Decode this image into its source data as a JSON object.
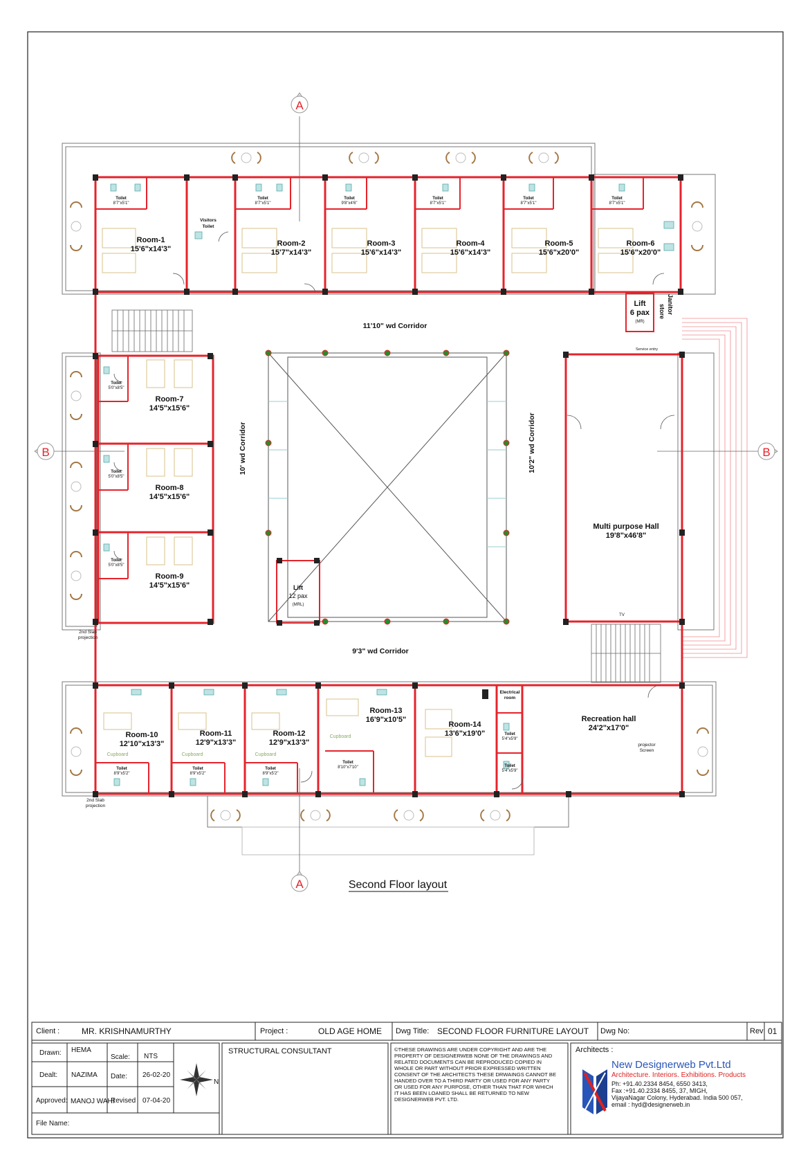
{
  "drawing": {
    "layout_title": "Second Floor layout",
    "section_markers": [
      "A",
      "B"
    ],
    "rooms": [
      {
        "name": "Room-1",
        "size": "15'6\"x14'3\""
      },
      {
        "name": "Room-2",
        "size": "15'7\"x14'3\""
      },
      {
        "name": "Room-3",
        "size": "15'6\"x14'3\""
      },
      {
        "name": "Room-4",
        "size": "15'6\"x14'3\""
      },
      {
        "name": "Room-5",
        "size": "15'6\"x20'0\""
      },
      {
        "name": "Room-6",
        "size": "15'6\"x20'0\""
      },
      {
        "name": "Room-7",
        "size": "14'5\"x15'6\""
      },
      {
        "name": "Room-8",
        "size": "14'5\"x15'6\""
      },
      {
        "name": "Room-9",
        "size": "14'5\"x15'6\""
      },
      {
        "name": "Room-10",
        "size": "12'10\"x13'3\""
      },
      {
        "name": "Room-11",
        "size": "12'9\"x13'3\""
      },
      {
        "name": "Room-12",
        "size": "12'9\"x13'3\""
      },
      {
        "name": "Room-13",
        "size": "16'9\"x10'5\""
      },
      {
        "name": "Room-14",
        "size": "13'6\"x19'0\""
      }
    ],
    "halls": [
      {
        "name": "Multi purpose Hall",
        "size": "19'8\"x46'8\""
      },
      {
        "name": "Recreation hall",
        "size": "24'2\"x17'0\""
      }
    ],
    "corridors": [
      "11'10\" wd Corridor",
      "10' wd Corridor",
      "10'2\" wd Corridor",
      "9'3\" wd Corridor"
    ],
    "lifts": [
      {
        "name": "Lift",
        "capacity": "6 pax",
        "type": "(MR)"
      },
      {
        "name": "Lift",
        "capacity": "12 pax",
        "type": "(MRL)"
      }
    ],
    "labels": {
      "janitor": "Janitor",
      "store": "store",
      "visitors_toilet_1": "Visitors",
      "visitors_toilet_2": "Toilet",
      "service_entry": "Service entry",
      "tv": "TV",
      "slab_1": "2nd Slab",
      "slab_2": "projection",
      "electrical_1": "Electrical",
      "electrical_2": "room",
      "projector_1": "projector",
      "projector_2": "Screen",
      "toilet": "Toilet",
      "cupboard": "Cupboard"
    },
    "toilets": [
      "8'7\"x5'1\"",
      "8'7\"x5'1\"",
      "9'8\"x4'6\"",
      "8'7\"x5'1\"",
      "8'7\"x5'1\"",
      "8'7\"x5'1\"",
      "5'0\"x8'5\"",
      "5'0\"x8'5\"",
      "5'0\"x8'5\"",
      "8'9\"x5'2\"",
      "8'9\"x5'2\"",
      "8'9\"x5'2\"",
      "8'10\"x7'10\"",
      "5'4\"x5'9\"",
      "5'4\"x5'9\""
    ]
  },
  "titleblock": {
    "client_label": "Client :",
    "client": "MR. KRISHNAMURTHY",
    "project_label": "Project :",
    "project": "OLD AGE HOME",
    "dwg_title_label": "Dwg Title:",
    "dwg_title": "SECOND FLOOR FURNITURE LAYOUT",
    "dwg_no_label": "Dwg No:",
    "rev_label": "Rev",
    "rev": "01",
    "drawn_label": "Drawn:",
    "drawn": "HEMA",
    "dealt_label": "Dealt:",
    "dealt": "NAZIMA",
    "approved_label": "Approved:",
    "approved": "MANOJ WAHI",
    "file_label": "File Name:",
    "scale_label": "Scale:",
    "scale": "NTS",
    "date_label": "Date:",
    "date": "26-02-20",
    "revised_label": "Revised",
    "revised": "07-04-20",
    "north": "N",
    "structural": "STRUCTURAL  CONSULTANT",
    "copyright": "©THESE DRAWINGS ARE UNDER COPYRIGHT AND ARE THE PROPERTY OF DESIGNERWEB NONE OF THE DRAWINGS AND RELATED DOCUMENTS CAN BE REPRODUCED COPIED IN WHOLE OR PART WITHOUT PRIOR EXPRESSED WRITTEN CONSENT OF THE ARCHITECTS THESE DRWAINGS CANNOT BE HANDED OVER TO A THIRD PARTY OR USED FOR ANY PARTY OR USED FOR ANY PURPOSE, OTHER THAN THAT FOR WHICH IT HAS BEEN LOANED SHALL BE RETURNED TO NEW DESIGNERWEB PVT. LTD.",
    "architects_label": "Architects :",
    "firm": "New Designerweb Pvt.Ltd",
    "firm_tag": "Architecture. Interiors. Exhibitions. Products",
    "ph": "Ph: +91.40.2334 8454, 6550 3413,",
    "fax": "Fax :+91.40.2334 8455,  37, MIGH,",
    "addr": "VijayaNagar Colony,  Hyderabad. India 500 057,",
    "email": "email : hyd@designerweb.in"
  },
  "colors": {
    "wall": "#e5232b",
    "line": "#555555",
    "furniture": "#d8c28a",
    "column": "#222222",
    "logo": "#2a55b8"
  }
}
